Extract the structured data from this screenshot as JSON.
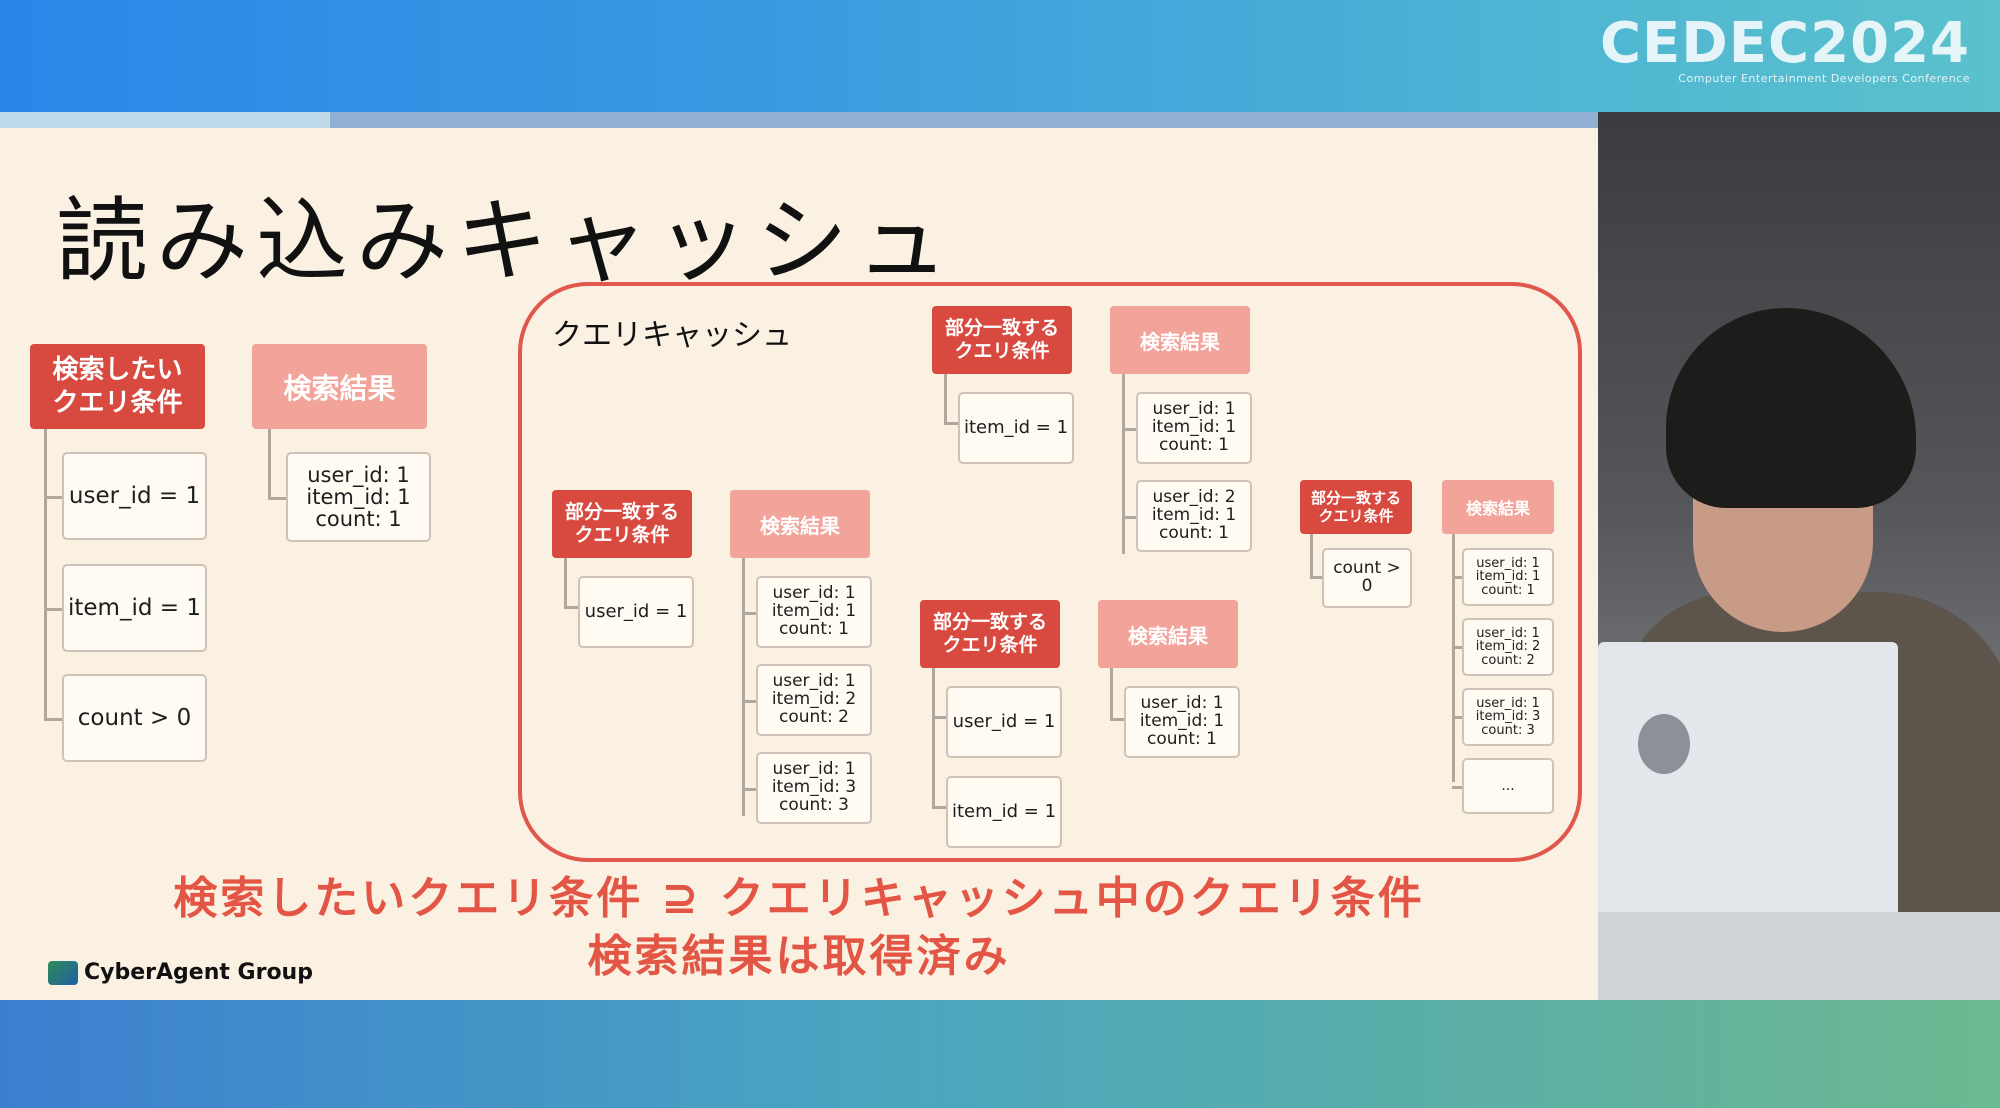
{
  "event_logo": {
    "main": "CEDEC2024",
    "sub": "Computer Entertainment Developers Conference"
  },
  "slide": {
    "title": "読み込みキャッシュ",
    "left_query_header": "検索したい\nクエリ条件",
    "left_result_header": "検索結果",
    "left_conditions": [
      "user_id = 1",
      "item_id = 1",
      "count > 0"
    ],
    "left_result": "user_id: 1\nitem_id: 1\ncount: 1",
    "cache_label": "クエリキャッシュ",
    "partial_query_header": "部分一致する\nクエリ条件",
    "result_header": "検索結果",
    "groups": [
      {
        "conditions": [
          "user_id = 1"
        ],
        "results": [
          "user_id: 1\nitem_id: 1\ncount: 1",
          "user_id: 1\nitem_id: 2\ncount: 2",
          "user_id: 1\nitem_id: 3\ncount: 3"
        ]
      },
      {
        "conditions": [
          "item_id = 1"
        ],
        "results": [
          "user_id: 1\nitem_id: 1\ncount: 1",
          "user_id: 2\nitem_id: 1\ncount: 1"
        ]
      },
      {
        "conditions": [
          "user_id = 1",
          "item_id = 1"
        ],
        "results": [
          "user_id: 1\nitem_id: 1\ncount: 1"
        ]
      },
      {
        "conditions": [
          "count >\n0"
        ],
        "results": [
          "user_id: 1\nitem_id: 1\ncount: 1",
          "user_id: 1\nitem_id: 2\ncount: 2",
          "user_id: 1\nitem_id: 3\ncount: 3",
          "..."
        ]
      }
    ],
    "bottom_line1": "検索したいクエリ条件 ⊇ クエリキャッシュ中のクエリ条件",
    "bottom_line2": "検索結果は取得済み",
    "company": "CyberAgent Group"
  },
  "colors": {
    "query_header": "#d8493f",
    "result_header": "#f2a39a",
    "cache_border": "#e0574c",
    "accent_text": "#e35544",
    "slide_bg": "#faf1e2"
  }
}
